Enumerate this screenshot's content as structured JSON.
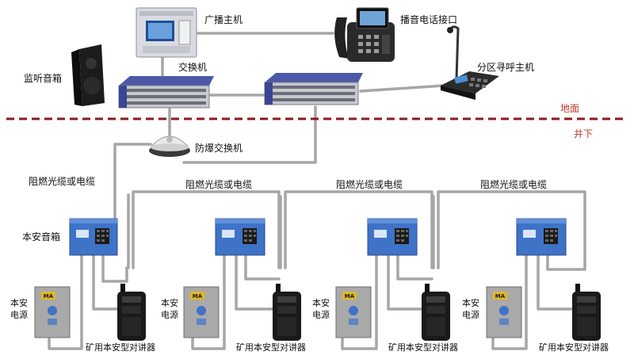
{
  "labels": {
    "broadcast_host": "广播主机",
    "phone_interface": "播音电话接口",
    "monitor_speaker": "监听音箱",
    "switch": "交换机",
    "zone_paging": "分区寻呼主机",
    "ground": "地面",
    "underground": "井下",
    "ex_switch": "防爆交换机",
    "cable_1": "阻燃光缆或电缆",
    "cable_2": "阻燃光缆或电缆",
    "cable_3": "阻燃光缆或电缆",
    "cable_4": "阻燃光缆或电缆",
    "safe_speaker": "本安音箱",
    "power_line1": "本安",
    "power_line2": "电源",
    "radio": "矿用本安型对讲器"
  },
  "ma_mark": "MA",
  "colors": {
    "divider": "#8b1a1a",
    "zone_text": "#c0392b",
    "cable": "#a6a6a6",
    "speaker_box": "#3f73c8",
    "power_box": "#a9a9a9"
  }
}
